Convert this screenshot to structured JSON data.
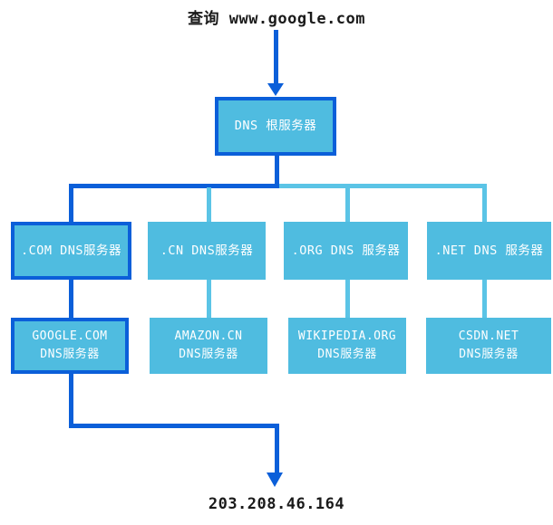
{
  "header": {
    "query_label": "查询 www.google.com"
  },
  "nodes": {
    "root": {
      "label": "DNS 根服务器",
      "highlighted": true
    },
    "tld": [
      {
        "label": ".COM DNS服务器",
        "highlighted": true
      },
      {
        "label": ".CN DNS服务器",
        "highlighted": false
      },
      {
        "label": ".ORG DNS 服务器",
        "highlighted": false
      },
      {
        "label": ".NET DNS 服务器",
        "highlighted": false
      }
    ],
    "auth": [
      {
        "label": "GOOGLE.COM\nDNS服务器",
        "highlighted": true
      },
      {
        "label": "AMAZON.CN\nDNS服务器",
        "highlighted": false
      },
      {
        "label": "WIKIPEDIA.ORG\nDNS服务器",
        "highlighted": false
      },
      {
        "label": "CSDN.NET\nDNS服务器",
        "highlighted": false
      }
    ]
  },
  "result": {
    "ip": "203.208.46.164"
  },
  "colors": {
    "highlight_path": "#0B5FD9",
    "box_fill": "#4FBCE0",
    "secondary_line": "#5BC4E6",
    "node_text": "#FFFFFF",
    "plain_text": "#1A1A1A"
  }
}
